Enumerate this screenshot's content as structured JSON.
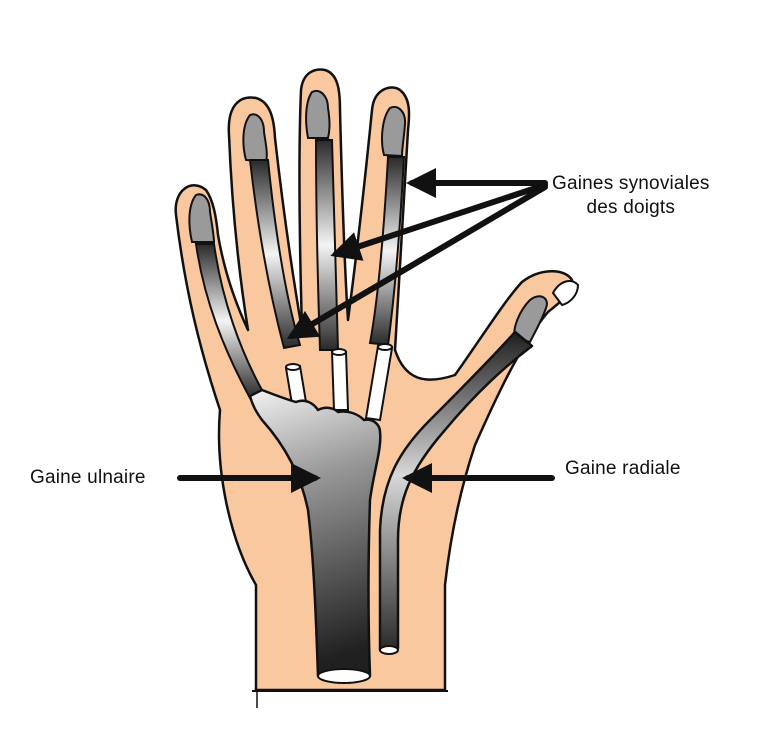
{
  "labels": {
    "synovial_line1": "Gaines synoviales",
    "synovial_line2": "des doigts",
    "ulnar": "Gaine ulnaire",
    "radial": "Gaine radiale"
  },
  "colors": {
    "skin": "#f9c89e",
    "outline": "#111111",
    "sheath_dark": "#2a2a2a",
    "sheath_light": "#ffffff",
    "bone": "#9a9a9a",
    "tendon": "#ffffff"
  }
}
